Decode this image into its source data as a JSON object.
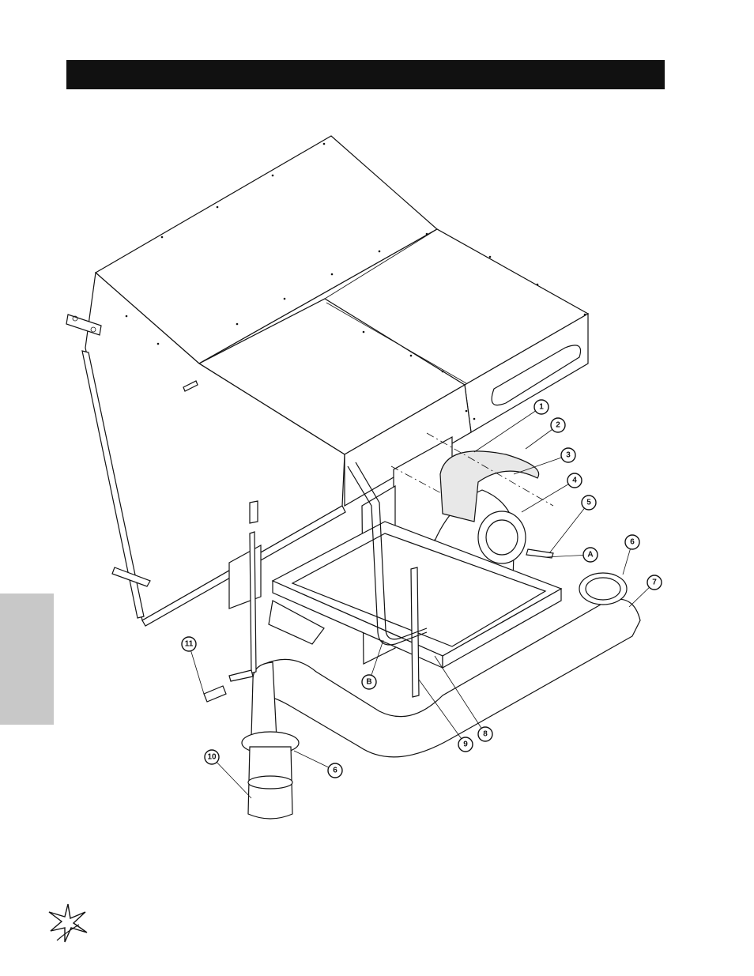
{
  "page": {
    "title_text": ""
  },
  "callouts": [
    {
      "label": "1"
    },
    {
      "label": "2"
    },
    {
      "label": "3"
    },
    {
      "label": "4"
    },
    {
      "label": "5"
    },
    {
      "label": "A"
    },
    {
      "label": "6"
    },
    {
      "label": "7"
    },
    {
      "label": "8"
    },
    {
      "label": "9"
    },
    {
      "label": "B"
    },
    {
      "label": "11"
    },
    {
      "label": "10"
    },
    {
      "label": "6"
    }
  ],
  "colors": {
    "title_bar": "#111111",
    "side_tab": "#c8c8c8",
    "ink": "#111111"
  },
  "icons": {
    "logo": "star-burst-logo"
  }
}
